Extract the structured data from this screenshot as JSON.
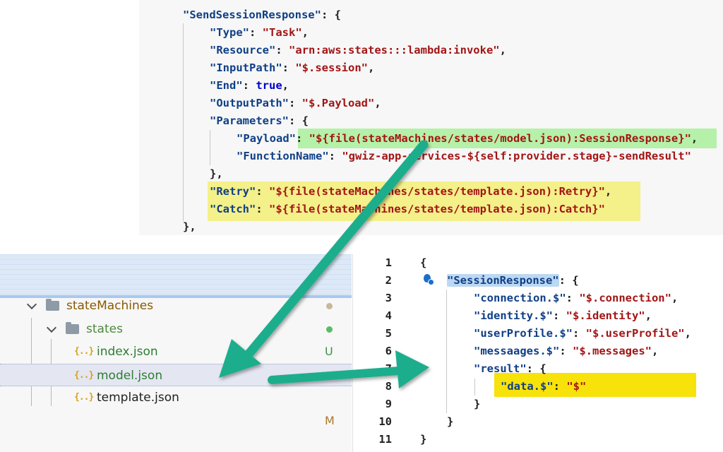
{
  "top_code": {
    "lines": [
      {
        "indent": 1,
        "parts": [
          [
            "k",
            "\"SendSessionResponse\""
          ],
          [
            "p",
            ": {"
          ]
        ]
      },
      {
        "indent": 2,
        "parts": [
          [
            "k",
            "\"Type\""
          ],
          [
            "p",
            ": "
          ],
          [
            "s",
            "\"Task\""
          ],
          [
            "p",
            ","
          ]
        ]
      },
      {
        "indent": 2,
        "parts": [
          [
            "k",
            "\"Resource\""
          ],
          [
            "p",
            ": "
          ],
          [
            "s",
            "\"arn:aws:states:::lambda:invoke\""
          ],
          [
            "p",
            ","
          ]
        ]
      },
      {
        "indent": 2,
        "parts": [
          [
            "k",
            "\"InputPath\""
          ],
          [
            "p",
            ": "
          ],
          [
            "s",
            "\"$.session\""
          ],
          [
            "p",
            ","
          ]
        ]
      },
      {
        "indent": 2,
        "parts": [
          [
            "k",
            "\"End\""
          ],
          [
            "p",
            ": "
          ],
          [
            "b",
            "true"
          ],
          [
            "p",
            ","
          ]
        ]
      },
      {
        "indent": 2,
        "parts": [
          [
            "k",
            "\"OutputPath\""
          ],
          [
            "p",
            ": "
          ],
          [
            "s",
            "\"$.Payload\""
          ],
          [
            "p",
            ","
          ]
        ]
      },
      {
        "indent": 2,
        "parts": [
          [
            "k",
            "\"Parameters\""
          ],
          [
            "p",
            ": {"
          ]
        ]
      },
      {
        "indent": 3,
        "parts": [
          [
            "k",
            "\"Payload\""
          ],
          [
            "p",
            ": "
          ],
          [
            "s",
            "\"${file(stateMachines/states/model.json):SessionResponse}\""
          ],
          [
            "p",
            ","
          ]
        ]
      },
      {
        "indent": 3,
        "parts": [
          [
            "k",
            "\"FunctionName\""
          ],
          [
            "p",
            ": "
          ],
          [
            "s",
            "\"gwiz-app-services-${self:provider.stage}-sendResult\""
          ]
        ]
      },
      {
        "indent": 2,
        "parts": [
          [
            "p",
            "},"
          ]
        ]
      },
      {
        "indent": 2,
        "parts": [
          [
            "k",
            "\"Retry\""
          ],
          [
            "p",
            ": "
          ],
          [
            "s",
            "\"${file(stateMachines/states/template.json):Retry}\""
          ],
          [
            "p",
            ","
          ]
        ]
      },
      {
        "indent": 2,
        "parts": [
          [
            "k",
            "\"Catch\""
          ],
          [
            "p",
            ": "
          ],
          [
            "s",
            "\"${file(stateMachines/states/template.json):Catch}\""
          ]
        ]
      },
      {
        "indent": 1,
        "parts": [
          [
            "p",
            "},"
          ]
        ]
      }
    ]
  },
  "explorer": {
    "items": [
      {
        "label": "stateMachines",
        "kind": "folder",
        "level": 0,
        "color": "#8a5a00",
        "dot": "#c9b79a"
      },
      {
        "label": "states",
        "kind": "folder",
        "level": 1,
        "color": "#4c8a3c",
        "dot": "#5dbb63"
      },
      {
        "label": "index.json",
        "kind": "json",
        "level": 2,
        "color": "#2e7d32",
        "badge": "U",
        "badge_color": "#3f9142"
      },
      {
        "label": "model.json",
        "kind": "json",
        "level": 2,
        "color": "#2e7d32",
        "selected": true
      },
      {
        "label": "template.json",
        "kind": "json",
        "level": 2,
        "color": "#1f1f1f"
      },
      {
        "label": "",
        "kind": "none",
        "level": 2,
        "color": "#1f1f1f",
        "badge": "M",
        "badge_color": "#a9782c"
      }
    ]
  },
  "editor": {
    "lines": [
      {
        "num": "1",
        "indent": 0,
        "parts": [
          [
            "p",
            "{"
          ]
        ]
      },
      {
        "num": "2",
        "indent": 1,
        "parts": [
          [
            "hk",
            "\"SessionResponse\""
          ],
          [
            "p",
            ": {"
          ]
        ]
      },
      {
        "num": "3",
        "indent": 2,
        "parts": [
          [
            "k",
            "\"connection.$\""
          ],
          [
            "p",
            ": "
          ],
          [
            "s",
            "\"$.connection\""
          ],
          [
            "p",
            ","
          ]
        ]
      },
      {
        "num": "4",
        "indent": 2,
        "parts": [
          [
            "k",
            "\"identity.$\""
          ],
          [
            "p",
            ": "
          ],
          [
            "s",
            "\"$.identity\""
          ],
          [
            "p",
            ","
          ]
        ]
      },
      {
        "num": "5",
        "indent": 2,
        "parts": [
          [
            "k",
            "\"userProfile.$\""
          ],
          [
            "p",
            ": "
          ],
          [
            "s",
            "\"$.userProfile\""
          ],
          [
            "p",
            ","
          ]
        ]
      },
      {
        "num": "6",
        "indent": 2,
        "parts": [
          [
            "k",
            "\"messaages.$\""
          ],
          [
            "p",
            ": "
          ],
          [
            "s",
            "\"$.messages\""
          ],
          [
            "p",
            ","
          ]
        ]
      },
      {
        "num": "7",
        "indent": 2,
        "parts": [
          [
            "k",
            "\"result\""
          ],
          [
            "p",
            ": {"
          ]
        ]
      },
      {
        "num": "8",
        "indent": 3,
        "parts": [
          [
            "k",
            "\"data.$\""
          ],
          [
            "p",
            ": "
          ],
          [
            "s",
            "\"$\""
          ]
        ]
      },
      {
        "num": "9",
        "indent": 2,
        "parts": [
          [
            "p",
            "}"
          ]
        ]
      },
      {
        "num": "10",
        "indent": 1,
        "parts": [
          [
            "p",
            "}"
          ]
        ]
      },
      {
        "num": "11",
        "indent": 0,
        "parts": [
          [
            "p",
            "}"
          ]
        ]
      }
    ]
  },
  "colors": {
    "key": "#0f3f86",
    "string": "#a31515",
    "boolean": "#0000cc",
    "arrow": "#1cae8c",
    "highlight_green": "#b5f1a8",
    "highlight_yellow": "#f4f08a",
    "highlight_data": "#f7e20a"
  }
}
